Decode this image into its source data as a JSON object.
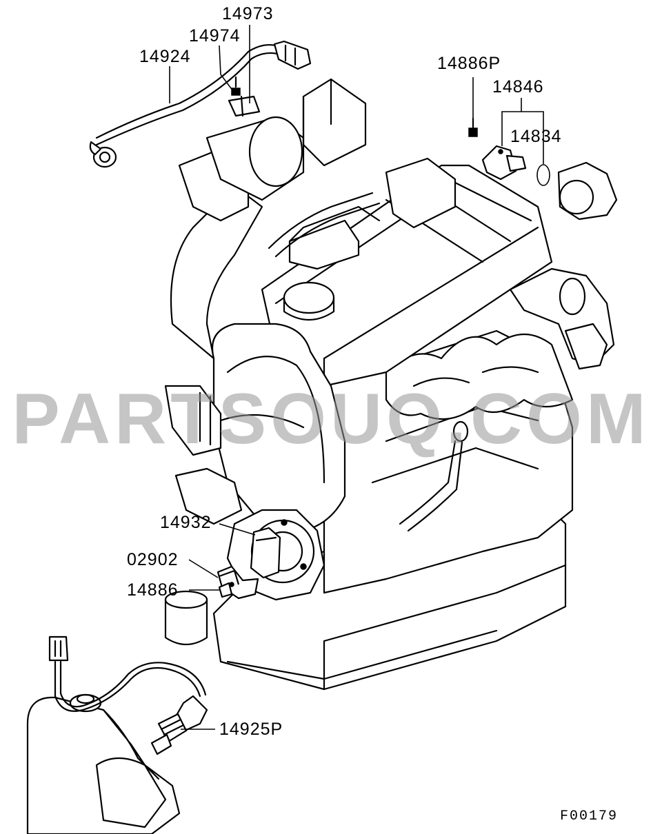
{
  "diagram": {
    "part_labels": {
      "p14973": "14973",
      "p14974": "14974",
      "p14924": "14924",
      "p14886P": "14886P",
      "p14846": "14846",
      "p14834": "14834",
      "p14932": "14932",
      "p02902": "02902",
      "p14886": "14886",
      "p14925P": "14925P"
    },
    "figure_code": "F00179",
    "watermark": "PARTSOUQ.COM"
  },
  "colors": {
    "line": "#000000",
    "background": "#ffffff",
    "watermark": "#969696"
  }
}
